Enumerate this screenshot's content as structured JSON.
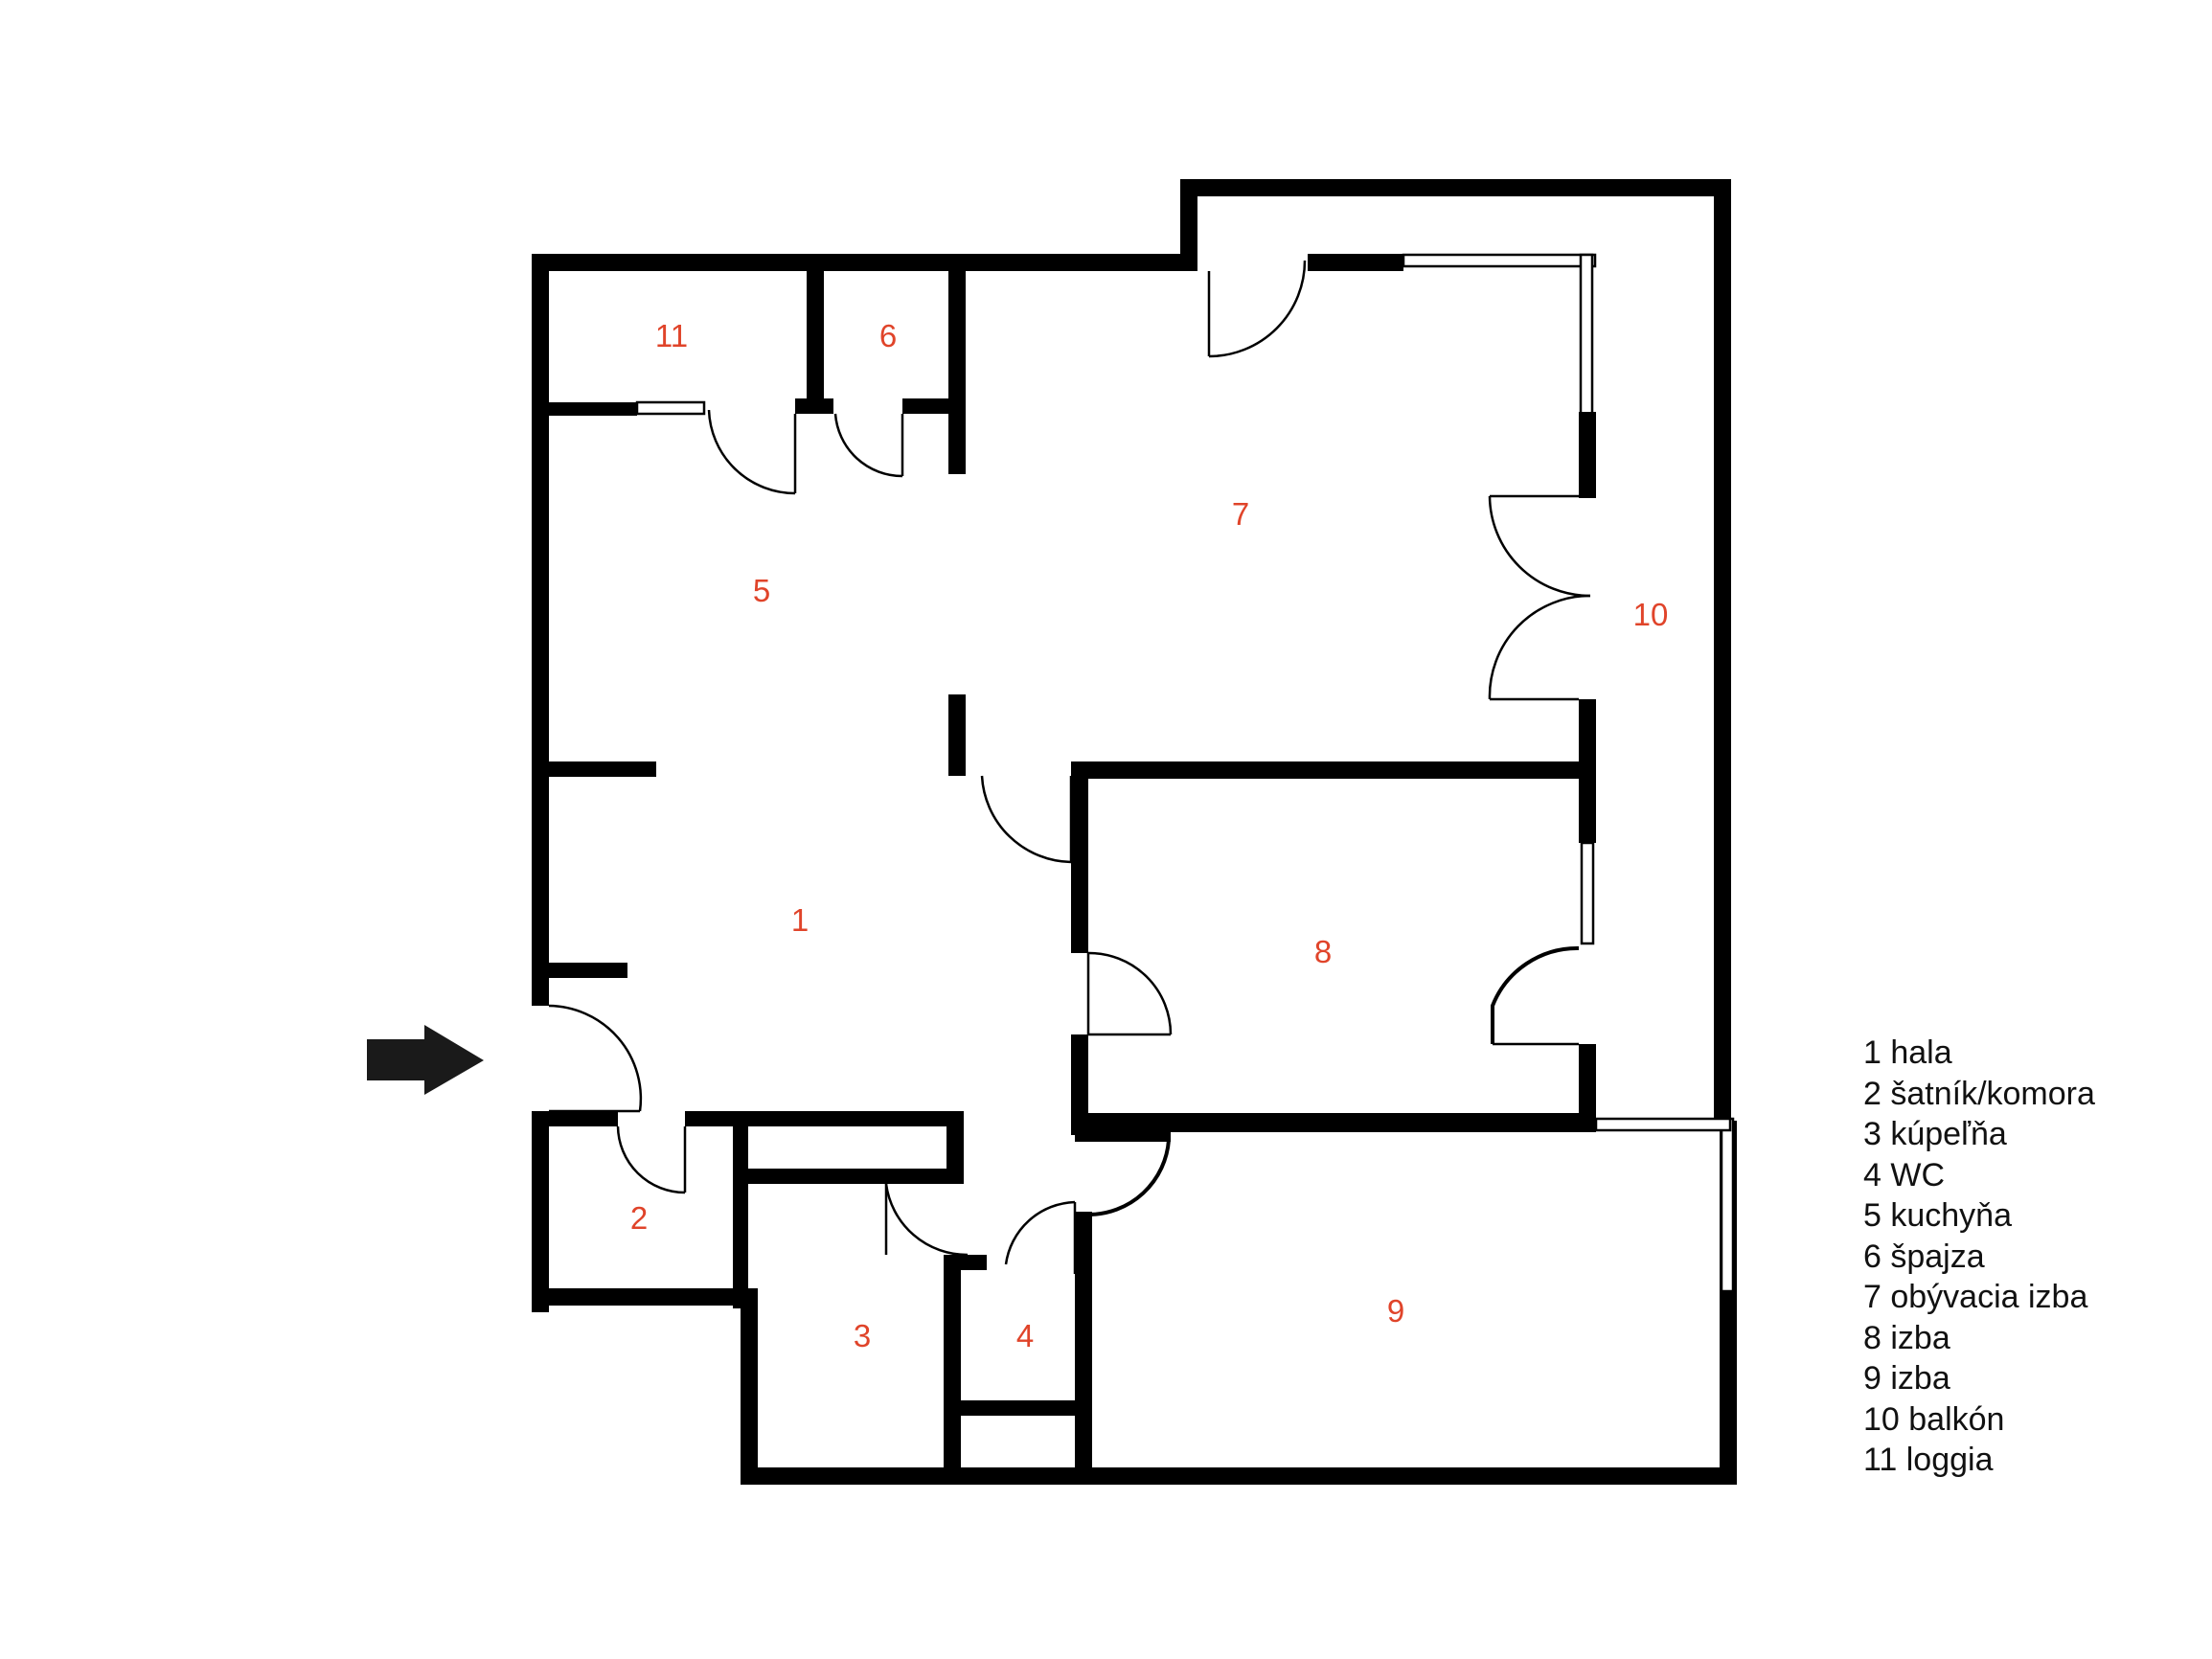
{
  "colors": {
    "wall": "#000000",
    "room_label": "#e0442a",
    "legend_text": "#111111",
    "background": "#ffffff"
  },
  "icons": {
    "entrance": "entrance-arrow-icon"
  },
  "rooms": [
    {
      "id": "1",
      "label": "1"
    },
    {
      "id": "2",
      "label": "2"
    },
    {
      "id": "3",
      "label": "3"
    },
    {
      "id": "4",
      "label": "4"
    },
    {
      "id": "5",
      "label": "5"
    },
    {
      "id": "6",
      "label": "6"
    },
    {
      "id": "7",
      "label": "7"
    },
    {
      "id": "8",
      "label": "8"
    },
    {
      "id": "9",
      "label": "9"
    },
    {
      "id": "10",
      "label": "10"
    },
    {
      "id": "11",
      "label": "11"
    }
  ],
  "legend": [
    "1 hala",
    "2 šatník/komora",
    "3 kúpeľňa",
    "4 WC",
    "5 kuchyňa",
    "6 špajza",
    "7 obývacia izba",
    "8 izba",
    "9 izba",
    "10 balkón",
    "11 loggia"
  ]
}
